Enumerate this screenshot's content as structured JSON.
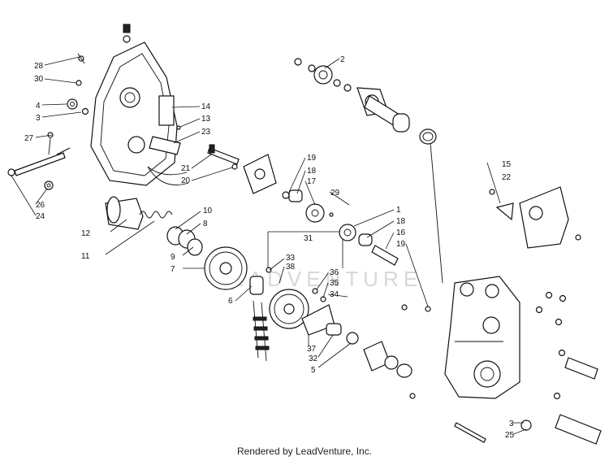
{
  "diagram": {
    "labels": [
      "28",
      "30",
      "4",
      "3",
      "14",
      "13",
      "23",
      "27",
      "21",
      "20",
      "26",
      "24",
      "2",
      "19",
      "18",
      "17",
      "29",
      "15",
      "22",
      "12",
      "11",
      "10",
      "8",
      "9",
      "7",
      "1",
      "18",
      "16",
      "19",
      "31",
      "33",
      "38",
      "36",
      "35",
      "34",
      "6",
      "37",
      "32",
      "5",
      "3",
      "25"
    ],
    "watermark": "LEADVENTURE",
    "footer": "Rendered by LeadVenture, Inc."
  }
}
